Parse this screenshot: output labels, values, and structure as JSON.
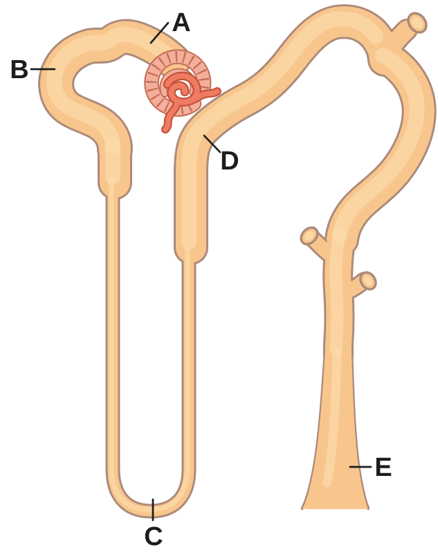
{
  "figure": {
    "type": "nephron-anatomy-diagram",
    "labels": [
      {
        "id": "a",
        "text": "A"
      },
      {
        "id": "b",
        "text": "B"
      },
      {
        "id": "c",
        "text": "C"
      },
      {
        "id": "d",
        "text": "D"
      },
      {
        "id": "e",
        "text": "E"
      }
    ],
    "colors": {
      "tubule_fill": "#F8C68D",
      "tubule_highlight": "#FBDCA9",
      "tubule_outline": "#AC8A7A",
      "capsule_fill": "#F3AF9A",
      "capsule_outline": "#C26B54",
      "vessel_fill": "#EE7B62",
      "vessel_outline": "#C5523C",
      "label_color": "#1D1D1B",
      "background": "#FFFFFF"
    }
  }
}
